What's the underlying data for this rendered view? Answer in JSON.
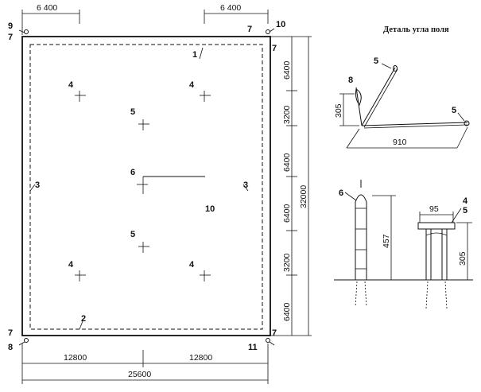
{
  "plan": {
    "dims": {
      "top_left": "6 400",
      "top_right": "6 400",
      "bottom_left": "12800",
      "bottom_right": "12800",
      "bottom_total": "25600",
      "right_segments": [
        "6400",
        "3200",
        "6400",
        "6400",
        "3200",
        "6400"
      ],
      "right_total": "32000"
    },
    "labels": {
      "l1": "1",
      "l2": "2",
      "l3_left": "3",
      "l3_right": "3",
      "l4_tl": "4",
      "l4_tr": "4",
      "l4_bl": "4",
      "l4_br": "4",
      "l5_top": "5",
      "l5_bottom": "5",
      "l6": "6",
      "l7_tl": "7",
      "l7_tr_top": "7",
      "l7_tr": "7",
      "l7_bl": "7",
      "l7_br": "7",
      "l8": "8",
      "l9": "9",
      "l10_corner": "10",
      "l10_center": "10",
      "l11": "11"
    }
  },
  "detail": {
    "title": "Деталь угла поля",
    "labels": {
      "l5_top": "5",
      "l5_right": "5",
      "l8": "8",
      "l6": "6",
      "l4": "4",
      "l5_post": "5"
    },
    "dims": {
      "corner_height": "305",
      "corner_width": "910",
      "pole_height": "457",
      "post_width": "95",
      "post_height": "305"
    }
  }
}
